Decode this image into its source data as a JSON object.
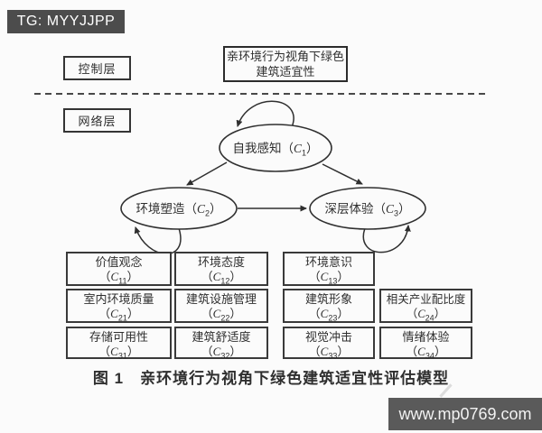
{
  "banners": {
    "top": "TG: MYYJJPP",
    "bottom": "www.mp0769.com"
  },
  "layer_labels": {
    "control": "控制层",
    "network": "网络层"
  },
  "goal_box": {
    "line1": "亲环境行为视角下绿色",
    "line2": "建筑适宜性"
  },
  "notation": {
    "open": "（",
    "var": "C",
    "close": "）"
  },
  "nodes": [
    {
      "name": "自我感知",
      "sub": "1"
    },
    {
      "name": "环境塑造",
      "sub": "2"
    },
    {
      "name": "深层体验",
      "sub": "3"
    }
  ],
  "criteria": [
    {
      "name": "价值观念",
      "sub": "11"
    },
    {
      "name": "环境态度",
      "sub": "12"
    },
    {
      "name": "环境意识",
      "sub": "13"
    },
    {
      "name": "室内环境质量",
      "sub": "21"
    },
    {
      "name": "建筑设施管理",
      "sub": "22"
    },
    {
      "name": "建筑形象",
      "sub": "23"
    },
    {
      "name": "相关产业配比度",
      "sub": "24"
    },
    {
      "name": "存储可用性",
      "sub": "31"
    },
    {
      "name": "建筑舒适度",
      "sub": "32"
    },
    {
      "name": "视觉冲击",
      "sub": "33"
    },
    {
      "name": "情绪体验",
      "sub": "34"
    }
  ],
  "caption": "图 1　亲环境行为视角下绿色建筑适宜性评估模型",
  "colors": {
    "ink": "#2f2f2f",
    "banner_top_bg": "#4c4c4c",
    "banner_bottom_bg": "#5a5a5a",
    "background": "#fbfbfb"
  }
}
